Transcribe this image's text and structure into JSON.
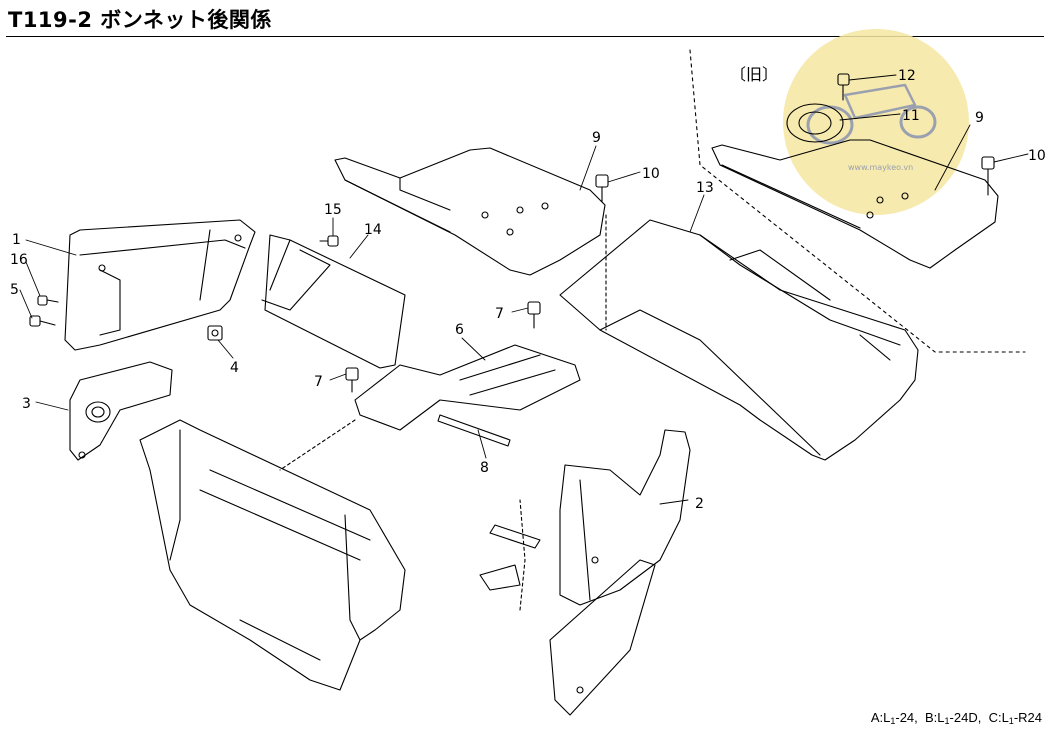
{
  "header": {
    "title": "T119-2 ボンネット後関係"
  },
  "inset": {
    "label": "〔旧〕"
  },
  "watermark": {
    "text": "www.maykeo.vn"
  },
  "callouts": [
    {
      "id": "c1",
      "text": "1"
    },
    {
      "id": "c2",
      "text": "2"
    },
    {
      "id": "c3",
      "text": "3"
    },
    {
      "id": "c4",
      "text": "4"
    },
    {
      "id": "c5",
      "text": "5"
    },
    {
      "id": "c6",
      "text": "6"
    },
    {
      "id": "c7a",
      "text": "7"
    },
    {
      "id": "c7b",
      "text": "7"
    },
    {
      "id": "c8",
      "text": "8"
    },
    {
      "id": "c9a",
      "text": "9"
    },
    {
      "id": "c9b",
      "text": "9"
    },
    {
      "id": "c10a",
      "text": "10"
    },
    {
      "id": "c10b",
      "text": "10"
    },
    {
      "id": "c11",
      "text": "11"
    },
    {
      "id": "c12",
      "text": "12"
    },
    {
      "id": "c13",
      "text": "13"
    },
    {
      "id": "c14",
      "text": "14"
    },
    {
      "id": "c15",
      "text": "15"
    },
    {
      "id": "c16",
      "text": "16"
    }
  ],
  "footer": {
    "a_prefix": "A:L",
    "a_sub": "1",
    "a_suffix": "-24,",
    "b_prefix": "B:L",
    "b_sub": "1",
    "b_suffix": "-24D,",
    "c_prefix": "C:L",
    "c_sub": "1",
    "c_suffix": "-R24"
  },
  "colors": {
    "ink": "#000000",
    "watermark": "#f5e6a0",
    "watermark_mark": "#9aa0b0"
  }
}
